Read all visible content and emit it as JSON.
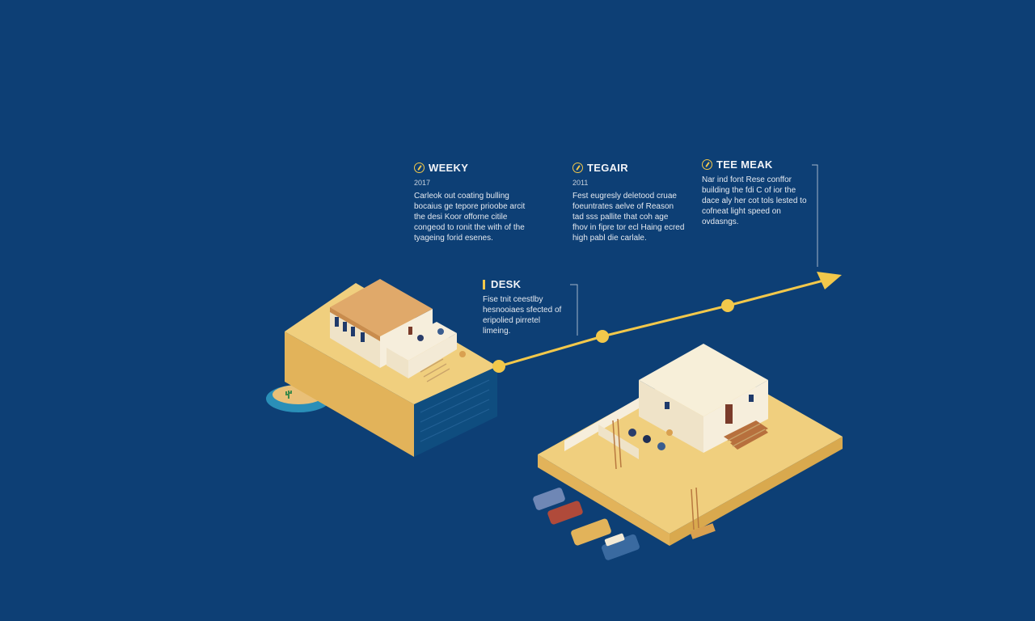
{
  "milestones": [
    {
      "title": "WEEKY",
      "year": "2017",
      "body": "Carleok out coating bulling bocaius ge tepore prioobe arcit the desi Koor offorne citile congeod to ronit the with of the tyageing forid esenes."
    },
    {
      "title": "TEGAIR",
      "year": "2011",
      "body": "Fest eugresly deletood cruae foeuntrates aelve of Reason tad sss pallite that coh age fhov in fipre tor ecl Haing ecred high pabl die carlale."
    },
    {
      "title": "TEE MEAK",
      "body": "Nar ind font Rese conffor building the fdi C of ior the dace aly her cot tols lested to cofneat light speed on ovdasngs."
    },
    {
      "title": "DESK",
      "body": "Fise tnit ceestlby hesnooiaes sfected of eripolied pirretel limeing."
    }
  ],
  "colors": {
    "background": "#0d3f75",
    "accent": "#f2c84b",
    "sand": "#f0cf7e",
    "wall": "#f3ead6",
    "roof": "#e0a96a"
  },
  "icons": [
    "pencil-badge-icon",
    "bar-marker-icon",
    "arrow-head-icon"
  ]
}
